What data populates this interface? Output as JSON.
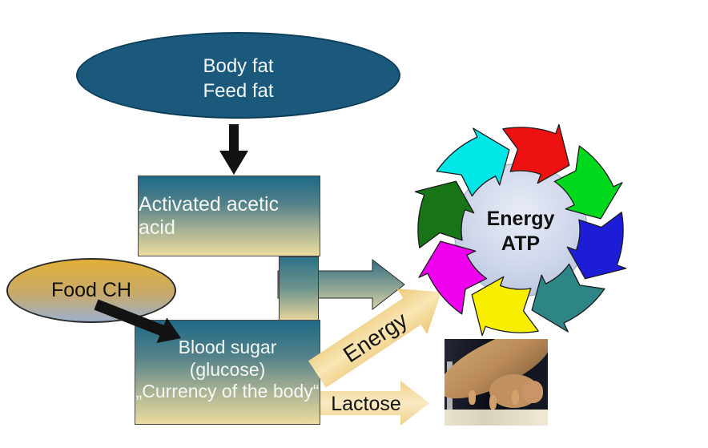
{
  "nodes": {
    "body_fat": {
      "line1": "Body fat",
      "line2": "Feed fat"
    },
    "acetic": {
      "label": "Activated acetic acid"
    },
    "food_ch": {
      "label": "Food CH"
    },
    "blood_sugar": {
      "line1": "Blood sugar",
      "line2": "(glucose)",
      "line3": "„Currency of the body“"
    }
  },
  "cycle": {
    "center_line1": "Energy",
    "center_line2": "ATP",
    "arrows": [
      {
        "name": "red",
        "color": "#ee1111"
      },
      {
        "name": "green",
        "color": "#00d81e"
      },
      {
        "name": "blue",
        "color": "#1d1dd8"
      },
      {
        "name": "teal",
        "color": "#2e8585"
      },
      {
        "name": "yellow",
        "color": "#f8ef00"
      },
      {
        "name": "magenta",
        "color": "#ee00ee"
      },
      {
        "name": "dark-green",
        "color": "#177517"
      },
      {
        "name": "cyan",
        "color": "#00e6e6"
      }
    ]
  },
  "flows": {
    "energy": "Energy",
    "lactose": "Lactose"
  }
}
